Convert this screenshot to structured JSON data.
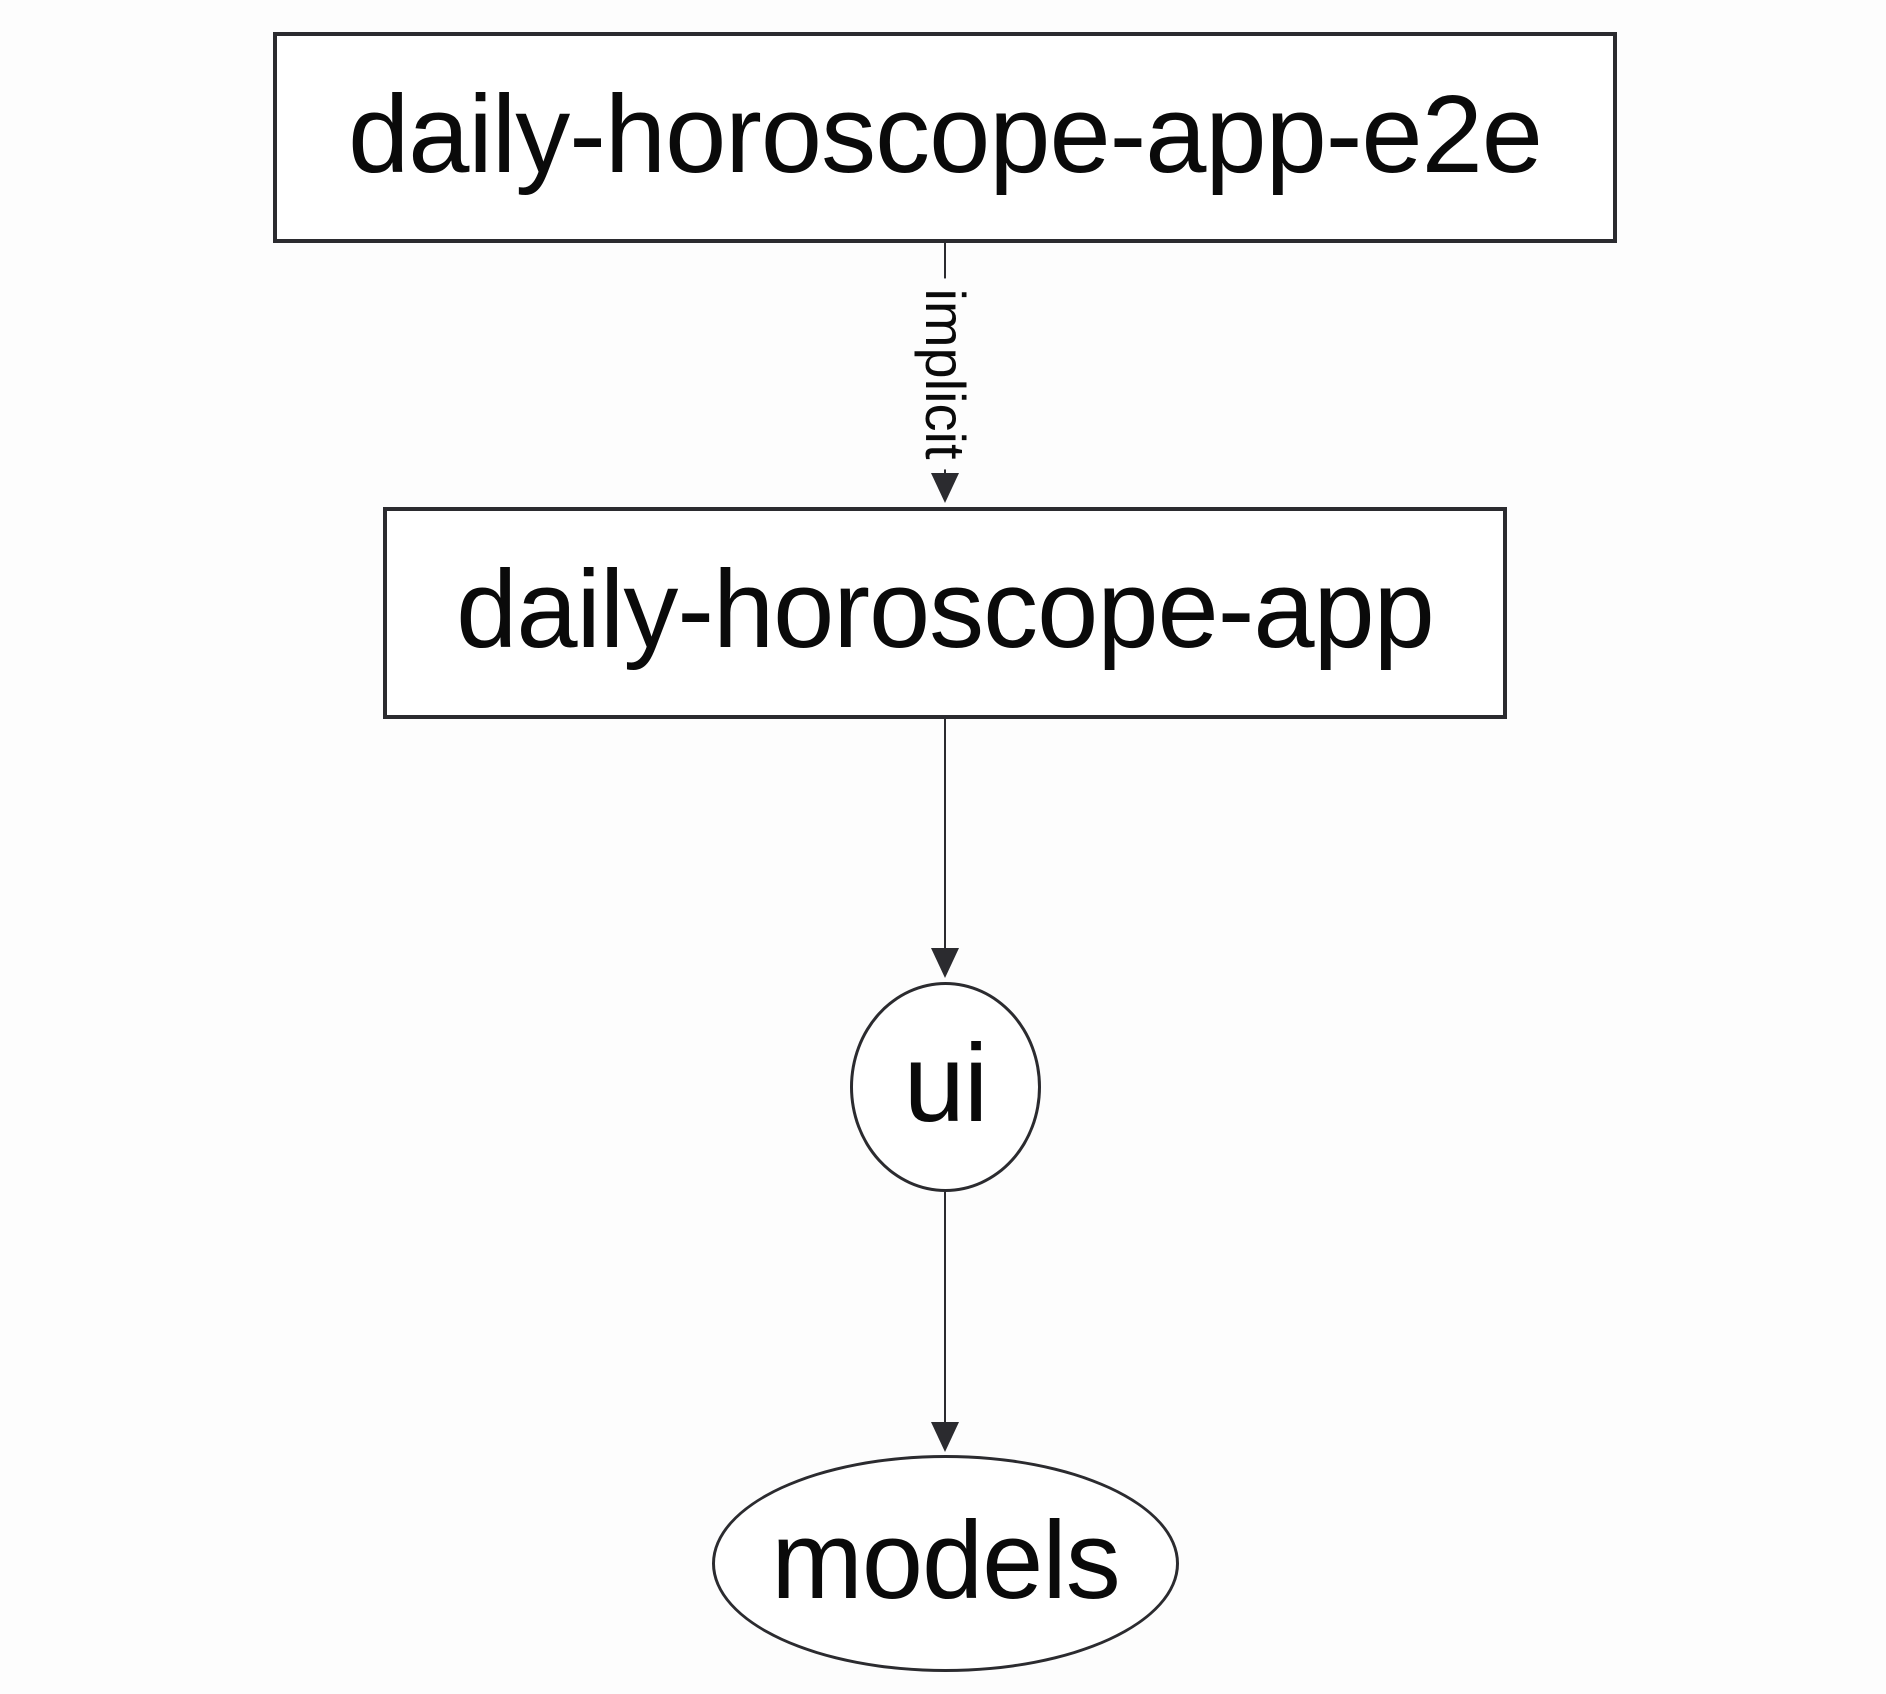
{
  "diagram": {
    "type": "dependency-graph",
    "background_color": "#fdfdfd",
    "node_fill_color": "#ffffff",
    "stroke_color": "#2b2b2f",
    "text_color": "#0a0a0a",
    "nodes": [
      {
        "id": "daily-horoscope-app-e2e",
        "label": "daily-horoscope-app-e2e",
        "shape": "rectangle"
      },
      {
        "id": "daily-horoscope-app",
        "label": "daily-horoscope-app",
        "shape": "rectangle"
      },
      {
        "id": "ui",
        "label": "ui",
        "shape": "circle"
      },
      {
        "id": "models",
        "label": "models",
        "shape": "ellipse"
      }
    ],
    "edges": [
      {
        "from": "daily-horoscope-app-e2e",
        "to": "daily-horoscope-app",
        "label": "implicit",
        "label_rotation_deg": 90,
        "arrow": "down"
      },
      {
        "from": "daily-horoscope-app",
        "to": "ui",
        "label": "",
        "arrow": "down"
      },
      {
        "from": "ui",
        "to": "models",
        "label": "",
        "arrow": "down"
      }
    ]
  }
}
